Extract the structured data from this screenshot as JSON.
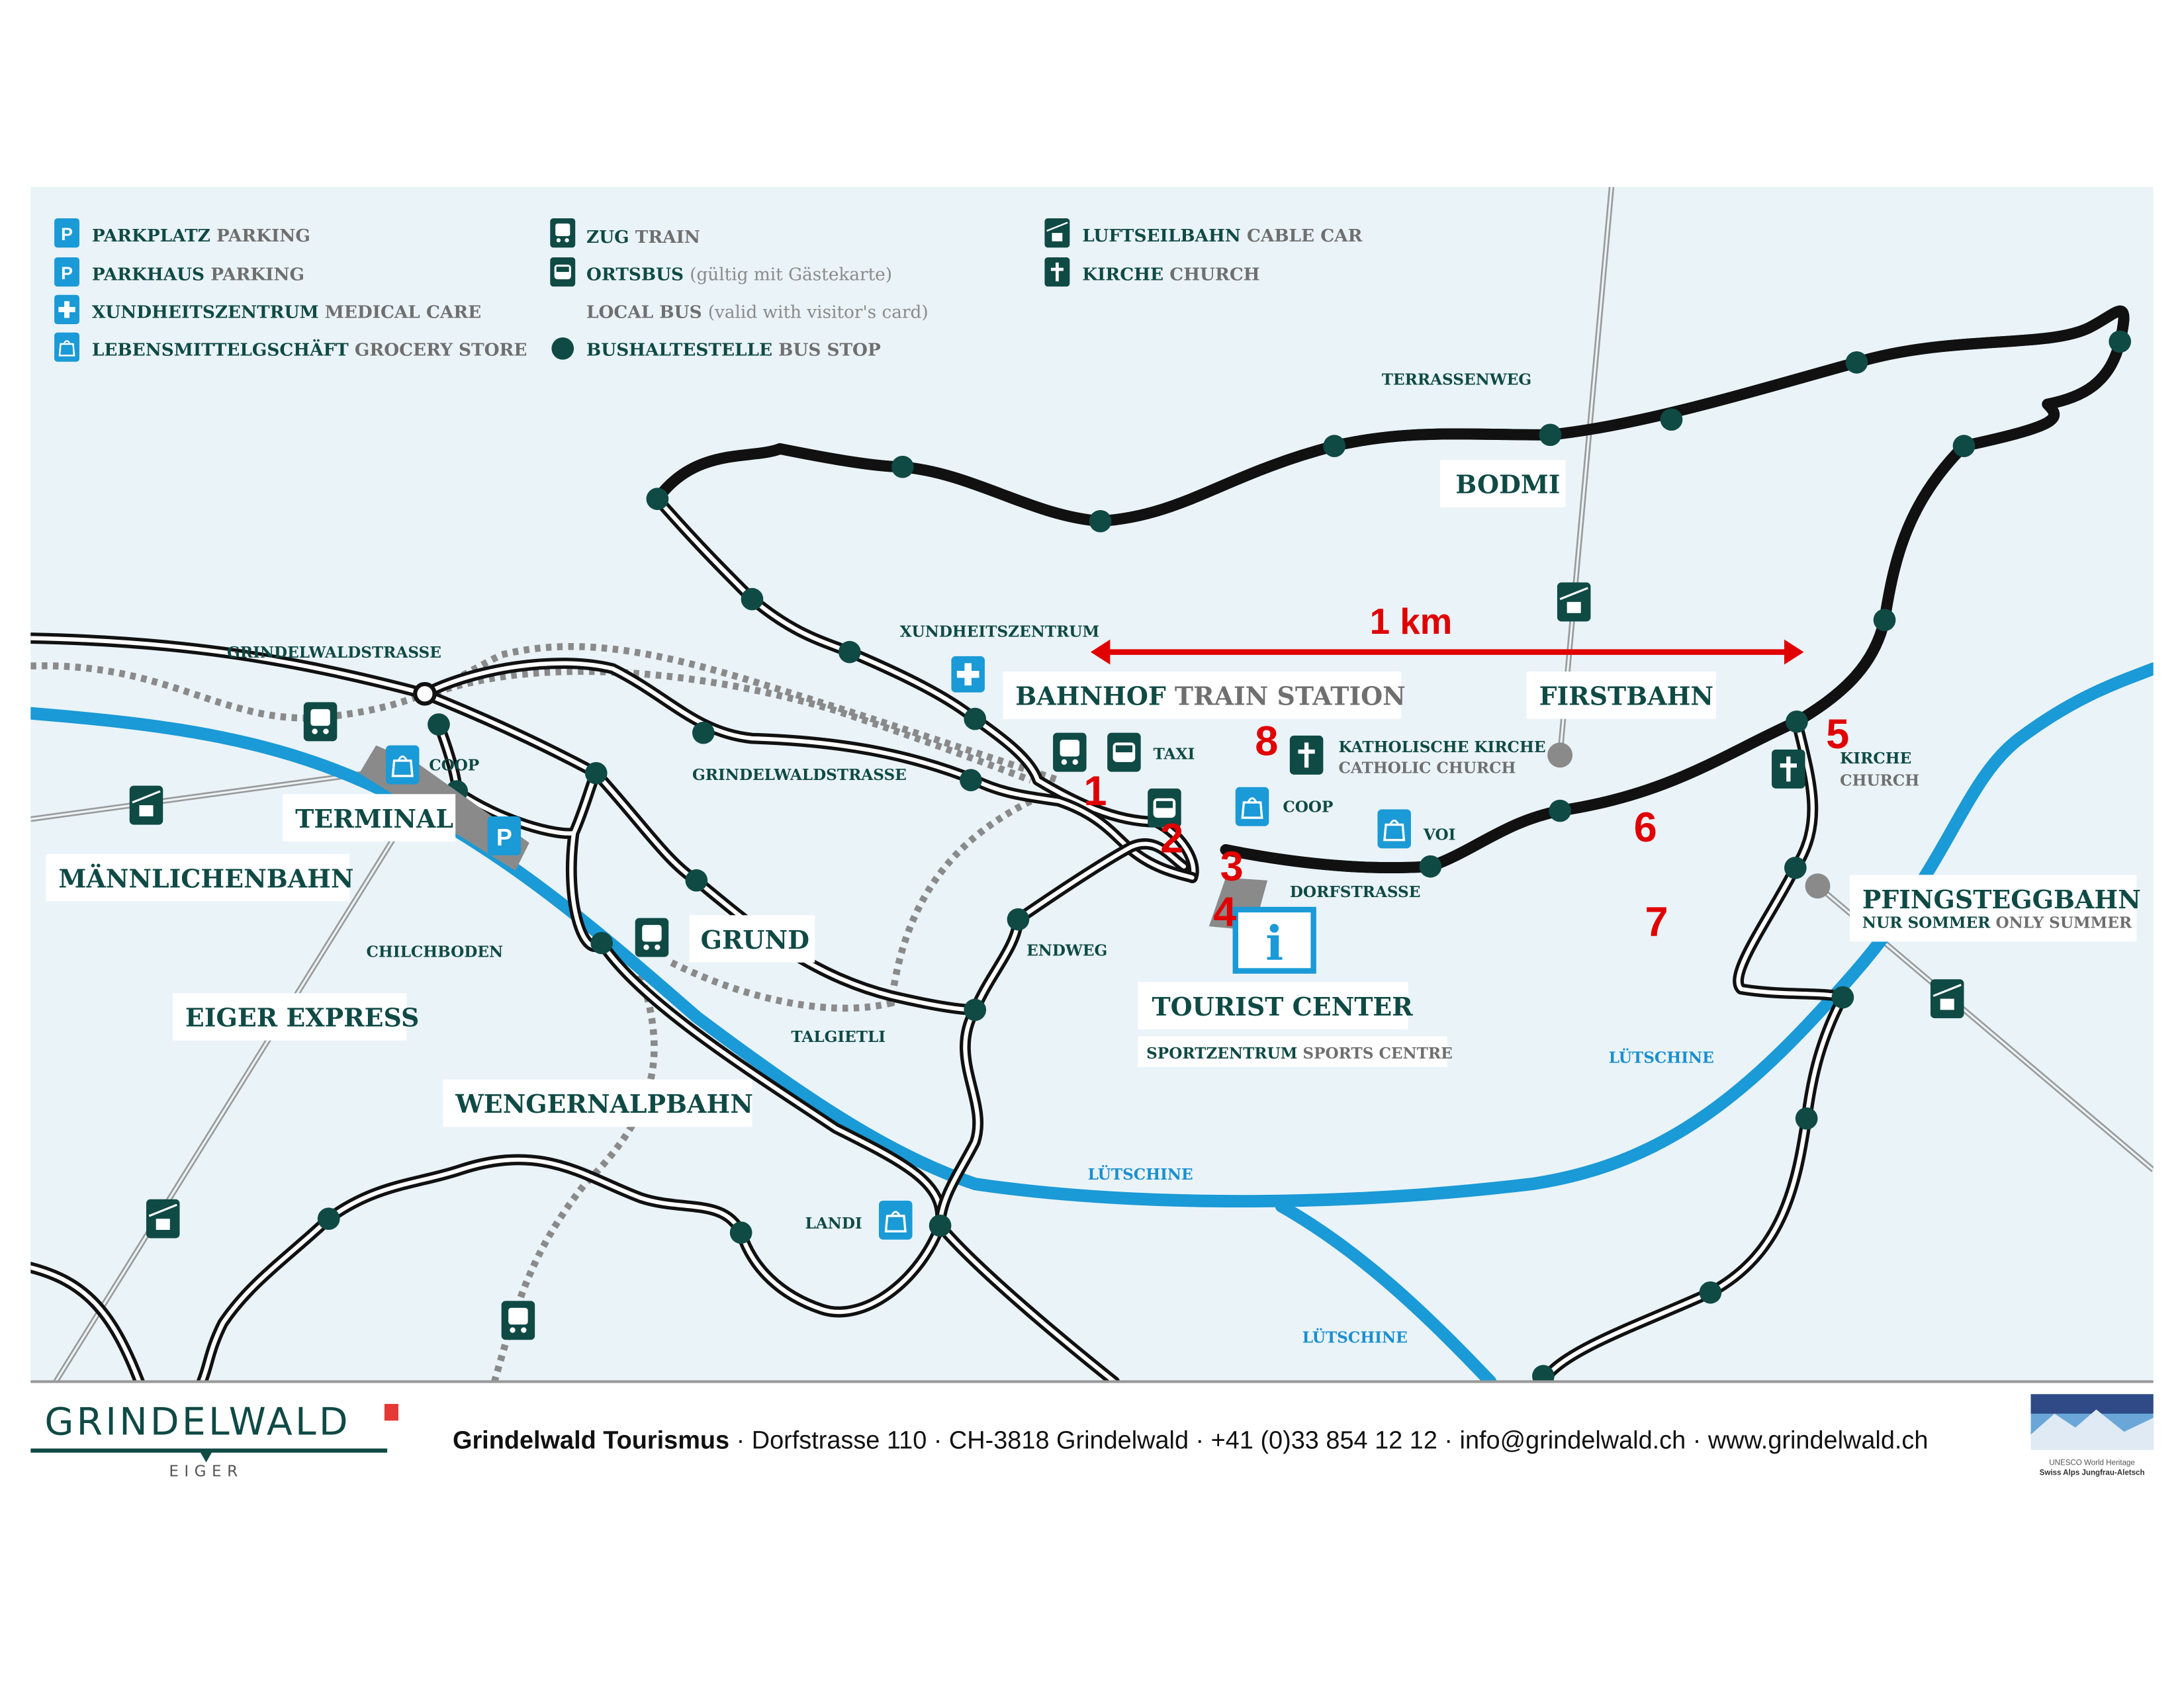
{
  "legend": {
    "items": [
      {
        "de": "PARKPLATZ",
        "en": "PARKING",
        "icon": "parking-icon"
      },
      {
        "de": "PARKHAUS",
        "en": "PARKING",
        "icon": "parking-garage-icon"
      },
      {
        "de": "XUNDHEITSZENTRUM",
        "en": "MEDICAL CARE",
        "icon": "medical-cross-icon"
      },
      {
        "de": "LEBENSMITTELGSCHÄFT",
        "en": "GROCERY STORE",
        "icon": "shopping-bag-icon"
      },
      {
        "de": "ZUG",
        "en": "TRAIN",
        "icon": "train-icon"
      },
      {
        "de": "ORTSBUS",
        "en": "(gültig mit Gästekarte)",
        "icon": "bus-icon"
      },
      {
        "de": "LOCAL BUS",
        "en": "(valid with visitor's card)"
      },
      {
        "de": "BUSHALTESTELLE",
        "en": "BUS STOP",
        "icon": "bus-stop-dot-icon"
      },
      {
        "de": "LUFTSEILBAHN",
        "en": "CABLE CAR",
        "icon": "cable-car-icon"
      },
      {
        "de": "KIRCHE",
        "en": "CHURCH",
        "icon": "church-cross-icon"
      }
    ]
  },
  "labels": {
    "terrassenweg": "TERRASSENWEG",
    "bodmi": "BODMI",
    "grindelwaldstrasse1": "GRINDELWALDSTRASSE",
    "grindelwaldstrasse2": "GRINDELWALDSTRASSE",
    "xundheitszentrum": "XUNDHEITSZENTRUM",
    "bahnhof": "BAHNHOF",
    "train_station": "TRAIN STATION",
    "firstbahn": "FIRSTBAHN",
    "taxi": "TAXI",
    "kath_de": "KATHOLISCHE KIRCHE",
    "kath_en": "CATHOLIC CHURCH",
    "coop1": "COOP",
    "coop2": "COOP",
    "voi": "VOI",
    "kirche": "KIRCHE",
    "church": "CHURCH",
    "terminal": "TERMINAL",
    "maennlichenbahn": "MÄNNLICHENBAHN",
    "chilchboden": "CHILCHBODEN",
    "grund": "GRUND",
    "dorfstrasse": "DORFSTRASSE",
    "endweg": "ENDWEG",
    "tourist_center": "TOURIST CENTER",
    "sportzentrum": "SPORTZENTRUM",
    "sports_centre": "SPORTS CENTRE",
    "pfingsteggbahn": "PFINGSTEGGBAHN",
    "nur_sommer": "NUR SOMMER",
    "only_summer": "ONLY SUMMER",
    "eiger_express": "EIGER EXPRESS",
    "talgietli": "TALGIETLI",
    "wengernalpbahn": "WENGERNALPBAHN",
    "luetschine1": "LÜTSCHINE",
    "luetschine2": "LÜTSCHINE",
    "luetschine3": "LÜTSCHINE",
    "landi": "LANDI"
  },
  "scale": {
    "label": "1 km"
  },
  "annotations": [
    "1",
    "2",
    "3",
    "4",
    "5",
    "6",
    "7",
    "8"
  ],
  "footer": {
    "logo": "GRINDELWALD",
    "logo_sub": "EIGER",
    "org": "Grindelwald Tourismus",
    "address": " · Dorfstrasse 110 · CH-3818 Grindelwald · +41 (0)33 854 12 12 · info@grindelwald.ch · www.grindelwald.ch",
    "unesco_line1": "UNESCO World Heritage",
    "unesco_line2": "Swiss Alps Jungfrau-Aletsch"
  },
  "colors": {
    "map_bg": "#eaf3f8",
    "river": "#1a9ad6",
    "dark_green": "#0f4a45",
    "annotation_red": "#e00000"
  }
}
